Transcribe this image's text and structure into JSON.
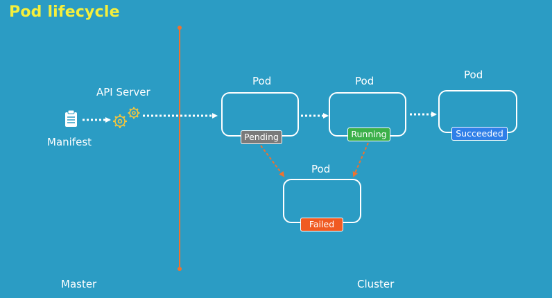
{
  "title": "Pod lifecycle",
  "labels": {
    "api_server": "API Server",
    "manifest": "Manifest",
    "master": "Master",
    "cluster": "Cluster"
  },
  "pods": [
    {
      "id": "pending",
      "label": "Pod",
      "state": "Pending",
      "color": "#7a7a7a"
    },
    {
      "id": "running",
      "label": "Pod",
      "state": "Running",
      "color": "#3cb04a"
    },
    {
      "id": "succeeded",
      "label": "Pod",
      "state": "Succeeded",
      "color": "#2f7fe8"
    },
    {
      "id": "failed",
      "label": "Pod",
      "state": "Failed",
      "color": "#f05a22"
    }
  ],
  "icons": {
    "manifest": "clipboard-icon",
    "api_server": "gears-icon"
  },
  "colors": {
    "background": "#2b9cc4",
    "title": "#f5ef3c",
    "divider": "#f0722d",
    "flow_arrow": "#ffffff",
    "failure_arrow": "#f0722d"
  }
}
